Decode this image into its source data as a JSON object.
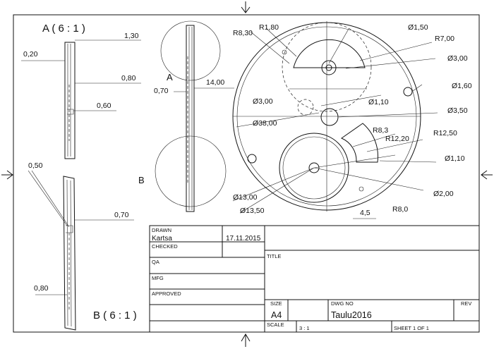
{
  "views": {
    "detail_a_label": "A ( 6 : 1 )",
    "detail_b_label": "B ( 6 : 1 )",
    "marker_a": "A",
    "marker_b": "B"
  },
  "dimensions": {
    "a_top": "1,30",
    "a_left": "0,20",
    "a_right_mid": "0,80",
    "a_right_low": "0,60",
    "b_top_left": "0,50",
    "b_right": "0,70",
    "b_bottom": "0,80",
    "side_thickness": "0,70",
    "side_width": "14,00",
    "r_8_30": "R8,30",
    "r_1_80": "R1,80",
    "d_1_50": "Ø1,50",
    "r_7_00": "R7,00",
    "d_3_00_right": "Ø3,00",
    "d_1_60": "Ø1,60",
    "d_3_00_left": "Ø3,00",
    "d_1_10_mid": "Ø1,10",
    "d_3_50": "Ø3,50",
    "d_38_00": "Ø38,00",
    "r_8_3": "R8,3",
    "r_12_20": "R12,20",
    "r_12_50": "R12,50",
    "d_1_10_right": "Ø1,10",
    "d_13_00": "Ø13,00",
    "d_13_50": "Ø13,50",
    "d_2_00": "Ø2,00",
    "r_8_0": "R8,0",
    "width_4_5": "4,5"
  },
  "title_block": {
    "drawn_label": "DRAWN",
    "drawn_by": "Kartsa",
    "drawn_date": "17.11.2015",
    "checked_label": "CHECKED",
    "qa_label": "QA",
    "mfg_label": "MFG",
    "approved_label": "APPROVED",
    "title_label": "TITLE",
    "size_label": "SIZE",
    "size_value": "A4",
    "dwg_no_label": "DWG NO",
    "dwg_no_value": "Taulu2016",
    "rev_label": "REV",
    "scale_label": "SCALE",
    "scale_value": "3 : 1",
    "sheet_value": "SHEET 1  OF 1"
  }
}
